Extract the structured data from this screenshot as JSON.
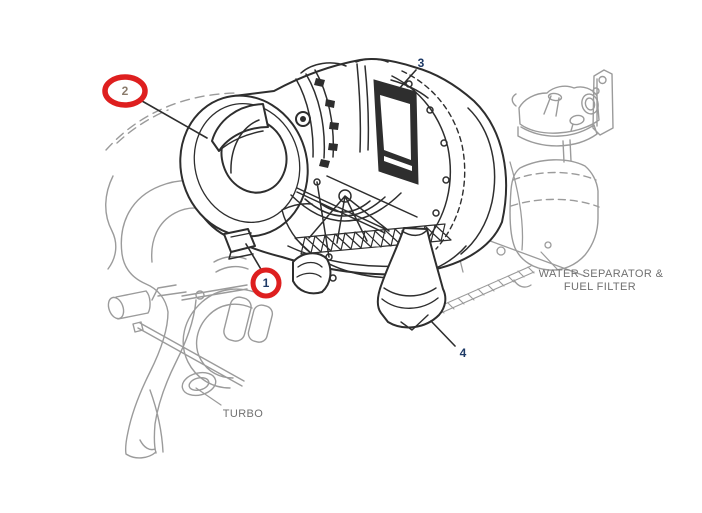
{
  "figure": {
    "background": "#ffffff",
    "primary_line_color": "#2e2e2e",
    "secondary_line_color": "#9b9b9b",
    "callout_ring_color": "#de1f1f",
    "callouts": [
      {
        "label": "1",
        "number_color": "#1e3a66",
        "circled": true
      },
      {
        "label": "2",
        "number_color": "#8a7b6c",
        "circled": true
      },
      {
        "label": "3",
        "number_color": "#1e3a66",
        "circled": false
      },
      {
        "label": "4",
        "number_color": "#1e3a66",
        "circled": false
      }
    ],
    "labels": {
      "text_color": "#707070",
      "turbo": "TURBO",
      "water_separator_line1": "WATER SEPARATOR &",
      "water_separator_line2": "FUEL FILTER"
    }
  }
}
